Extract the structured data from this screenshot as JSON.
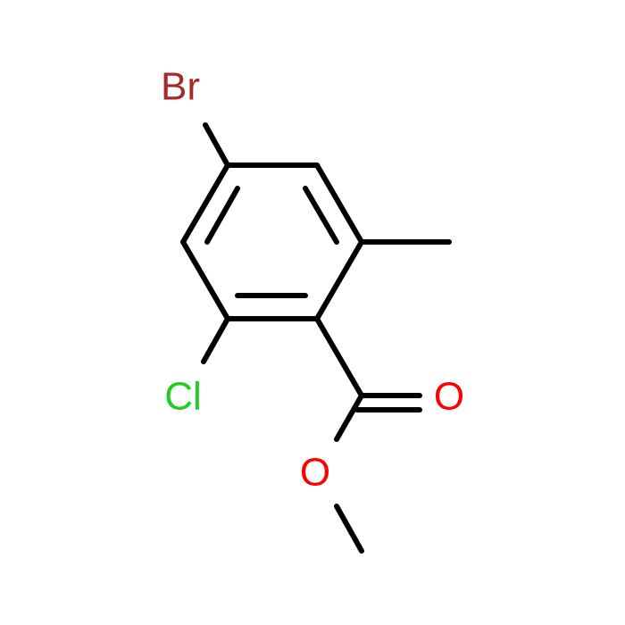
{
  "atoms": {
    "br": {
      "symbol": "Br",
      "color": "#a52a2a"
    },
    "cl": {
      "symbol": "Cl",
      "color": "#22cc22"
    },
    "o_carbonyl": {
      "symbol": "O",
      "color": "#ff0000"
    },
    "o_ester": {
      "symbol": "O",
      "color": "#ff0000"
    }
  }
}
